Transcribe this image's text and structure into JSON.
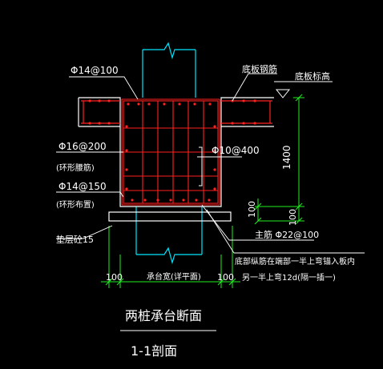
{
  "colors": {
    "background": "#000000",
    "outline": "#ffffff",
    "column": "#00e5ff",
    "rebar": "#ff2020",
    "dimension": "#22ee22",
    "text": "#ffffff",
    "leader": "#ffffff"
  },
  "labels": {
    "top_bar": "Φ14@100",
    "slab_rebar": "底板钢筋",
    "slab_elevation": "底板标高",
    "side_bar": "Φ16@200",
    "side_bar_note": "(环形腰筋)",
    "stirrup": "Φ10@400",
    "ring_bar": "Φ14@150",
    "ring_bar_note": "(环形布置)",
    "cushion": "垫层砼15",
    "main_bar": "主筋 Φ22@100",
    "note_line1": "底部纵筋在端部一半上弯锚入板内",
    "note_line2": "另一半上弯12d(隔一插一)",
    "width_label": "承台宽(详平面)"
  },
  "dimensions": {
    "height": "1400",
    "offset_a": "100",
    "offset_b": "100",
    "side_left": "100",
    "side_right": "100"
  },
  "titles": {
    "main": "两桩承台断面",
    "section": "1-1剖面"
  }
}
